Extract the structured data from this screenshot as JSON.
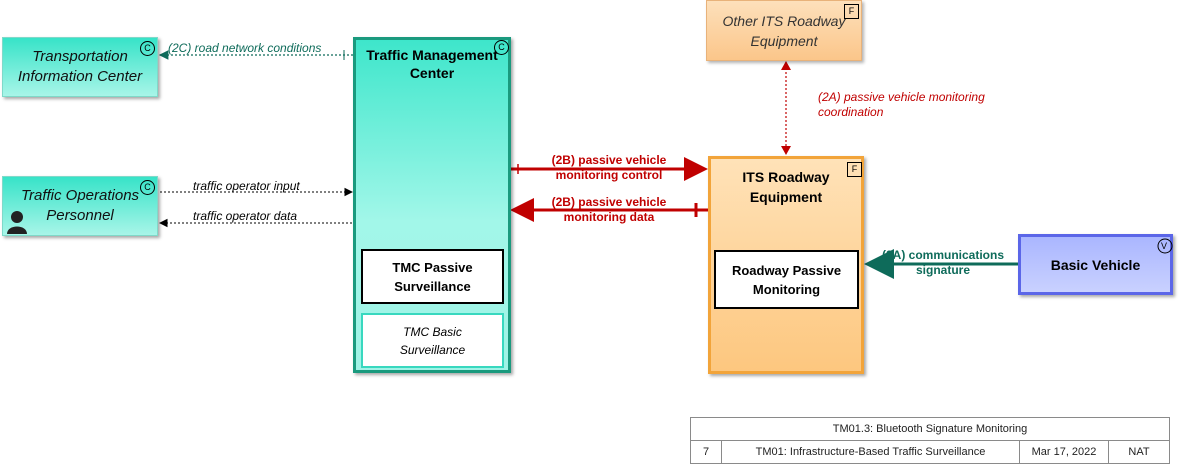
{
  "nodes": {
    "tic": {
      "label": "Transportation Information Center",
      "badge": "C"
    },
    "top": {
      "label": "Traffic Operations Personnel",
      "badge": "C"
    },
    "tmc": {
      "label": "Traffic Management Center",
      "badge": "C",
      "pe_passive": "TMC Passive Surveillance",
      "pe_basic": "TMC Basic Surveillance"
    },
    "other": {
      "label": "Other ITS Roadway Equipment",
      "badge": "F"
    },
    "its": {
      "label": "ITS Roadway Equipment",
      "badge": "F",
      "pe": "Roadway Passive Monitoring"
    },
    "vehicle": {
      "label": "Basic Vehicle",
      "badge": "V"
    }
  },
  "flows": {
    "road_network": "(2C) road network conditions",
    "operator_input": "traffic operator input",
    "operator_data": "traffic operator data",
    "pvm_control": "(2B) passive vehicle monitoring control",
    "pvm_data": "(2B) passive vehicle monitoring data",
    "pvm_coord": "(2A) passive vehicle monitoring coordination",
    "comm_sig": "(2A) communications signature"
  },
  "title_block": {
    "title": "TM01.3: Bluetooth Signature Monitoring",
    "page": "7",
    "package": "TM01: Infrastructure-Based Traffic Surveillance",
    "date": "Mar 17, 2022",
    "org": "NAT"
  },
  "colors": {
    "center_teal": "#3ee6cb",
    "field_orange": "#fdc77f",
    "vehicle_blue": "#aab6ff",
    "flow_red": "#c00000",
    "flow_teal": "#0e6b5a"
  }
}
